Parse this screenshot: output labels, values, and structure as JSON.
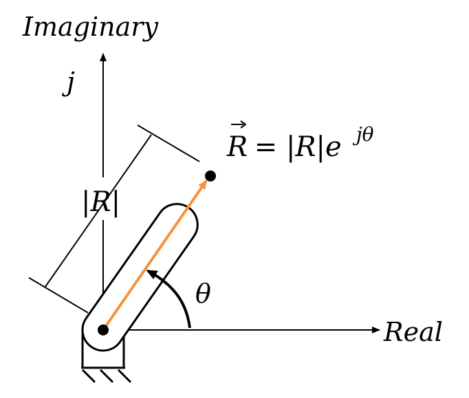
{
  "labels": {
    "imaginary_axis": "Imaginary",
    "real_axis": "Real",
    "j": "j",
    "magnitude": "|R|",
    "angle": "θ",
    "equation_lhs": "R",
    "equation_mid": " = |R|e",
    "equation_exp": "jθ"
  },
  "colors": {
    "stroke": "#000000",
    "vector": "#f5923e",
    "background": "#ffffff"
  }
}
